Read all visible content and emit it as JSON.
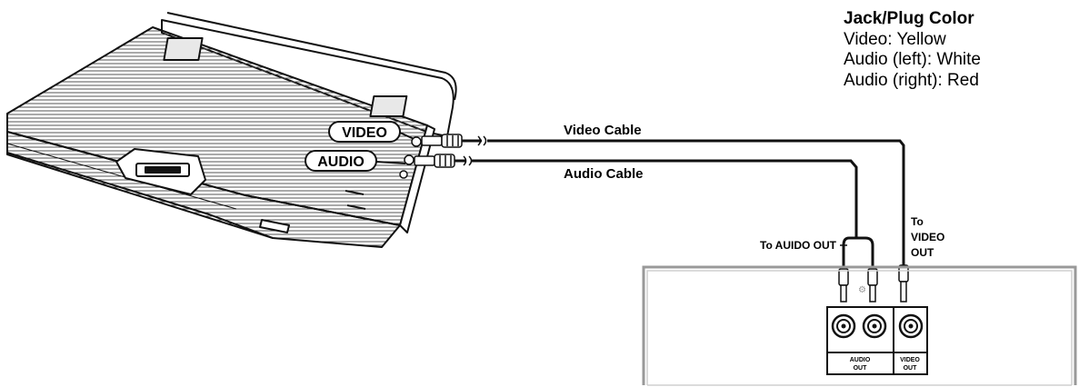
{
  "legend": {
    "title": "Jack/Plug Color",
    "lines": [
      "Video: Yellow",
      "Audio (left): White",
      "Audio (right): Red"
    ]
  },
  "player": {
    "video_port_label": "VIDEO",
    "audio_port_label": "AUDIO"
  },
  "cables": {
    "video_cable_label": "Video Cable",
    "audio_cable_label": "Audio Cable"
  },
  "tv": {
    "audio_out_pointer": "To AUIDO OUT",
    "video_out_pointer_lines": [
      "To",
      "VIDEO",
      "OUT"
    ],
    "audio_out_panel": [
      "AUDIO",
      "OUT"
    ],
    "video_out_panel": [
      "VIDEO",
      "OUT"
    ]
  }
}
